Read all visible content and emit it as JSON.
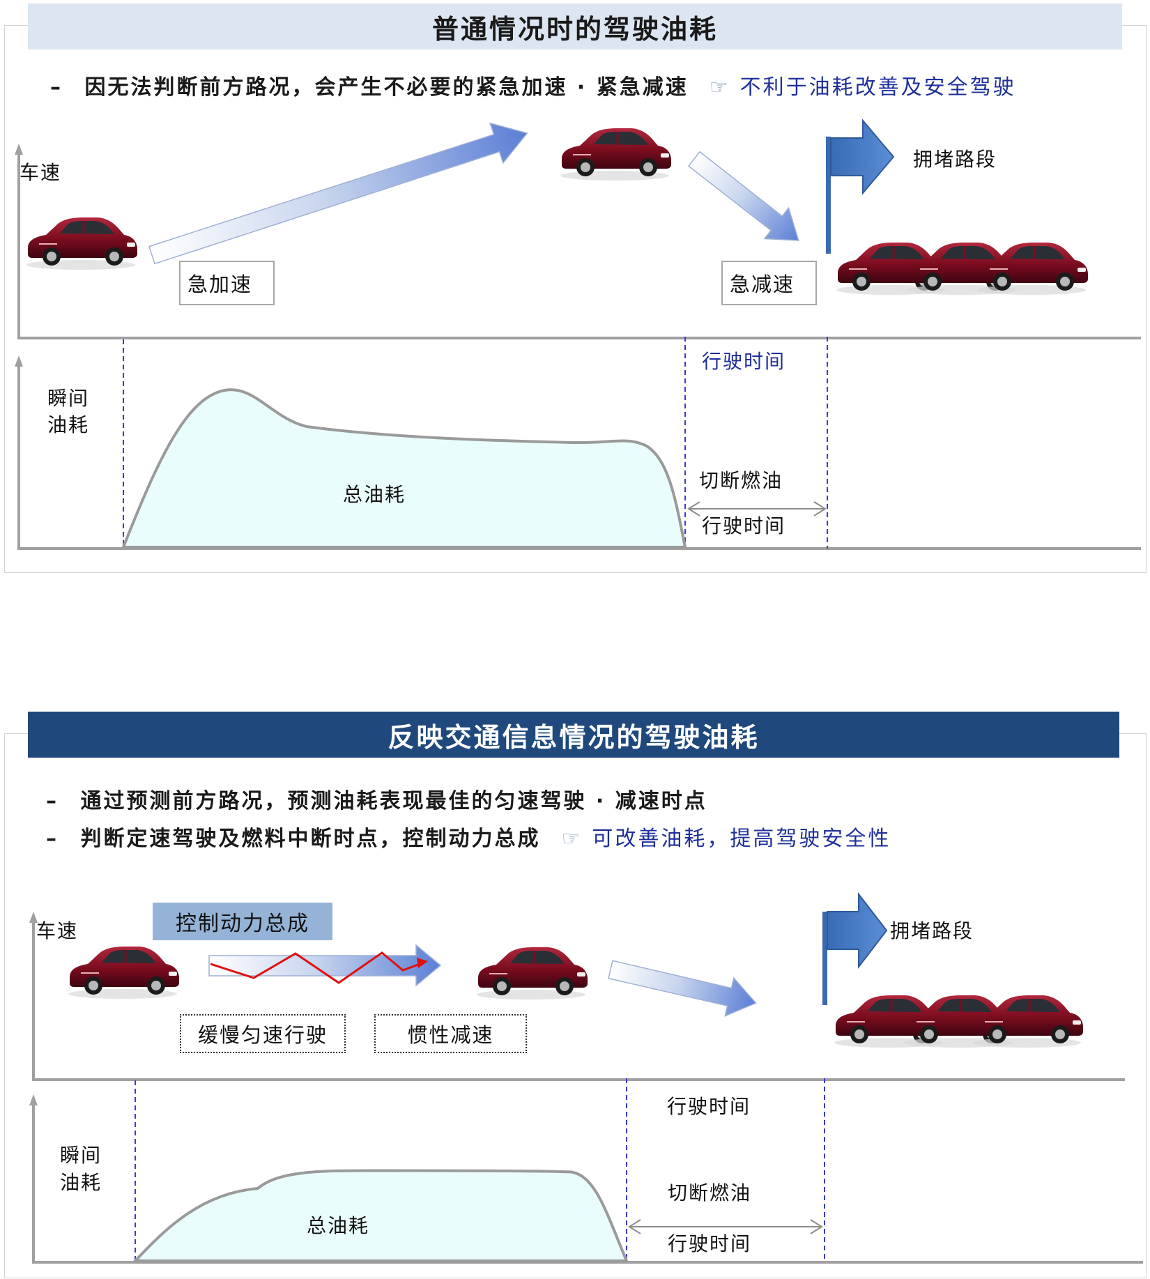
{
  "section1": {
    "title": "普通情况时的驾驶油耗",
    "bullet_dash": "–",
    "bullet_text": "因无法判断前方路况，会产生不必要的紧急加速 · 紧急减速",
    "bullet_hand": "☞",
    "bullet_conclusion": "不利于油耗改善及安全驾驶",
    "speed_axis_label": "车速",
    "fuel_axis_label": [
      "瞬间",
      "油耗"
    ],
    "accel_box": "急加速",
    "decel_box": "急减速",
    "congestion_label": "拥堵路段",
    "travel_time_top": "行驶时间",
    "fuel_cut_label": "切断燃油",
    "travel_time_bottom": "行驶时间",
    "area_label": "总油耗",
    "fuel_curve": {
      "start": 0.0,
      "peak": 1.0,
      "plateau": 0.73,
      "end": 0.0
    }
  },
  "section2": {
    "title": "反映交通信息情况的驾驶油耗",
    "bullet1_dash": "–",
    "bullet1_text": "通过预测前方路况，预测油耗表现最佳的匀速驾驶 · 减速时点",
    "bullet2_dash": "–",
    "bullet2_text": "判断定速驾驶及燃料中断时点，控制动力总成",
    "bullet2_hand": "☞",
    "bullet2_conclusion": "可改善油耗，提高驾驶安全性",
    "speed_axis_label": "车速",
    "fuel_axis_label": [
      "瞬间",
      "油耗"
    ],
    "control_box": "控制动力总成",
    "steady_box": "缓慢匀速行驶",
    "coast_box": "惯性减速",
    "congestion_label": "拥堵路段",
    "travel_time_top": "行驶时间",
    "fuel_cut_label": "切断燃油",
    "travel_time_bottom": "行驶时间",
    "area_label": "总油耗",
    "fuel_curve": {
      "start": 0.0,
      "plateau": 0.52,
      "end": 0.0
    }
  },
  "colors": {
    "title_bar_light": "#dce6f2",
    "title_bar_dark": "#1f497d",
    "conclusion_text": "#1f2f9a",
    "fuel_area_fill": "#eafdfd",
    "guide_line": "#3a3ad8",
    "arrow_blue": "#4f81bd",
    "car_body": "#7a0c1e",
    "zigzag": "#e01010"
  },
  "icons": [
    "car-icon",
    "flag-icon",
    "arrow-icon",
    "pointing-hand-icon"
  ]
}
